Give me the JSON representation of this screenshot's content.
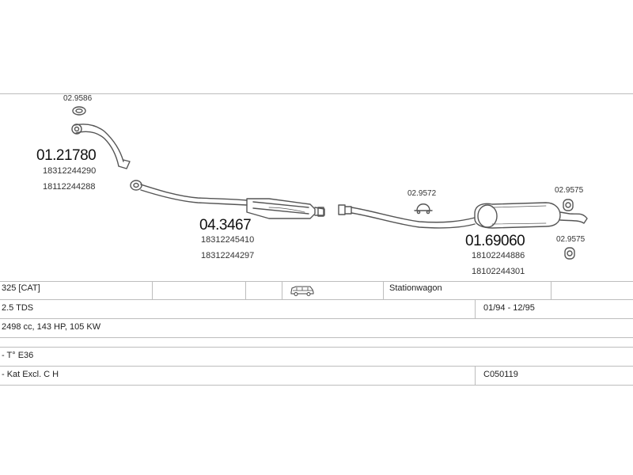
{
  "parts": {
    "gasket_1": {
      "ref": "02.9586"
    },
    "front_pipe": {
      "ref": "01.21780",
      "oem": [
        "18312244290",
        "18112244288"
      ]
    },
    "catalyst": {
      "ref": "04.3467",
      "oem": [
        "18312245410",
        "18312244297"
      ]
    },
    "clamp_middle": {
      "ref": "02.9572"
    },
    "rear_silencer": {
      "ref": "01.69060",
      "oem": [
        "18102244886",
        "18102244301"
      ]
    },
    "rubber_top": {
      "ref": "02.9575"
    },
    "rubber_bottom": {
      "ref": "02.9575"
    }
  },
  "table": {
    "row1": {
      "model": "325  [CAT]",
      "body": "Stationwagon"
    },
    "row2": {
      "engine": "2.5 TDS",
      "years": "01/94 - 12/95"
    },
    "row3": {
      "spec": "2498 cc, 143 HP, 105 KW"
    },
    "row4": {
      "note": "- T° E36"
    },
    "row5": {
      "note": "- Kat Excl. C H",
      "code": "C050119"
    }
  },
  "icons": {
    "body_type": "station-wagon-icon"
  },
  "colors": {
    "lines": "#bdbdbd",
    "parts": "#555555"
  }
}
